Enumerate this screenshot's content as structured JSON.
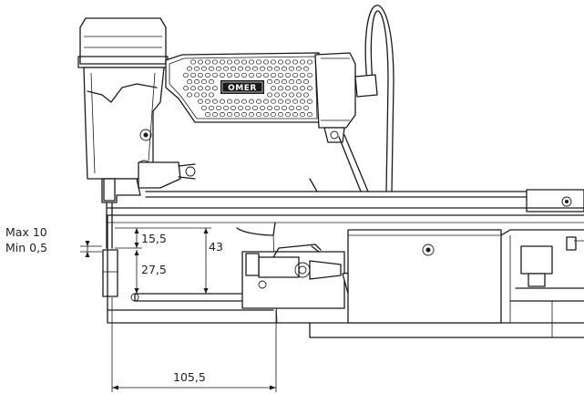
{
  "brand_logo": "OMER",
  "dimensions": {
    "max_label": "Max 10",
    "min_label": "Min 0,5",
    "d1": "15,5",
    "d2": "27,5",
    "d3": "43",
    "d4": "105,5"
  }
}
